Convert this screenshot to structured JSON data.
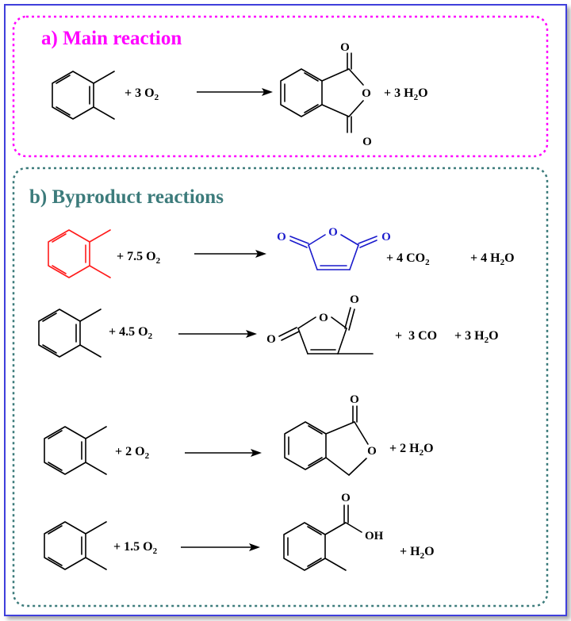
{
  "sections": {
    "main": {
      "title": "a) Main reaction",
      "color": "#ff00ff"
    },
    "byproduct": {
      "title": "b) Byproduct reactions",
      "color": "#3c7b7b"
    }
  },
  "colors": {
    "frame": "#3f3fdc",
    "red_reactant": "#ff1a1a",
    "maleic_anhydride": "#1a1acc"
  },
  "reactions": [
    {
      "id": "main",
      "reactant": "o-xylene",
      "oxidant": {
        "prefix": "+ 3 O",
        "sub": "2"
      },
      "product": "phthalic anhydride",
      "product_atoms": {
        "o_top": "O",
        "o_ring": "O",
        "o_bottom": "O"
      },
      "byproducts": [
        {
          "text": "+ 3 H",
          "sub": "2",
          "tail": "O"
        }
      ]
    },
    {
      "id": "byp1",
      "reactant": "o-xylene",
      "oxidant": {
        "prefix": "+ 7.5 O",
        "sub": "2"
      },
      "product": "maleic anhydride",
      "product_atoms": {
        "o_left": "O",
        "o_ring": "O",
        "o_right": "O"
      },
      "byproducts": [
        {
          "text": "+ 4 CO",
          "sub": "2",
          "tail": ""
        },
        {
          "text": "+ 4 H",
          "sub": "2",
          "tail": "O"
        }
      ]
    },
    {
      "id": "byp2",
      "reactant": "o-xylene",
      "oxidant": {
        "prefix": "+ 4.5 O",
        "sub": "2"
      },
      "product": "citraconic anhydride",
      "product_atoms": {
        "o_top": "O",
        "o_ring": "O",
        "o_left": "O"
      },
      "byproducts": [
        {
          "text": "+  3 CO",
          "sub": "",
          "tail": ""
        },
        {
          "text": "+ 3 H",
          "sub": "2",
          "tail": "O"
        }
      ]
    },
    {
      "id": "byp3",
      "reactant": "o-xylene",
      "oxidant": {
        "prefix": "+ 2 O",
        "sub": "2"
      },
      "product": "phthalide",
      "product_atoms": {
        "o_top": "O",
        "o_ring": "O"
      },
      "byproducts": [
        {
          "text": "+ 2 H",
          "sub": "2",
          "tail": "O"
        }
      ]
    },
    {
      "id": "byp4",
      "reactant": "o-xylene",
      "oxidant": {
        "prefix": "+ 1.5 O",
        "sub": "2"
      },
      "product": "o-toluic acid",
      "product_atoms": {
        "o_top": "O",
        "oh": "OH"
      },
      "byproducts": [
        {
          "text": "+ H",
          "sub": "2",
          "tail": "O"
        }
      ]
    }
  ]
}
